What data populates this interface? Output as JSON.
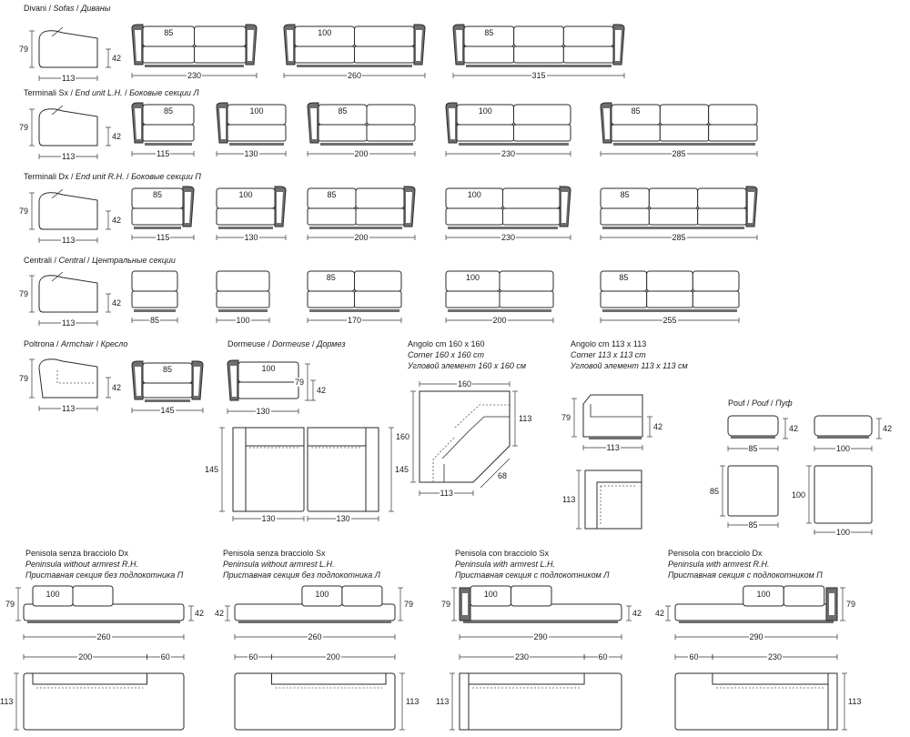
{
  "headings": [
    {
      "it": "Divani",
      "en": "Sofas",
      "ru": "Диваны"
    },
    {
      "it": "Terminali Sx",
      "en": "End unit L.H.",
      "ru": "Боковые секции Л"
    },
    {
      "it": "Terminali Dx",
      "en": "End unit R.H.",
      "ru": "Боковые секции П"
    },
    {
      "it": "Centrali",
      "en": "Central",
      "ru": "Центральные секции"
    },
    {
      "it": "Poltrona",
      "en": "Armchair",
      "ru": "Кресло"
    },
    {
      "it": "Dormeuse",
      "en": "Dormeuse",
      "ru": "Дормез"
    }
  ],
  "corner_blocks": [
    {
      "l1": "Angolo cm 160 x 160",
      "l2": "Corner 160 x 160 cm",
      "l3": "Угловой элемент 160 x 160 см"
    },
    {
      "l1": "Angolo cm 113 x 113",
      "l2": "Corner 113 x 113 cm",
      "l3": "Угловой элемент 113 x 113 см"
    }
  ],
  "pouf_heading": {
    "it": "Pouf",
    "en": "Pouf",
    "ru": "Пуф"
  },
  "peninsula_blocks": [
    {
      "l1": "Penisola senza bracciolo Dx",
      "l2": "Peninsula without armrest R.H.",
      "l3": "Приставная секция без подлокотника П"
    },
    {
      "l1": "Penisola senza bracciolo Sx",
      "l2": "Peninsula without armrest L.H.",
      "l3": "Приставная секция без подлокотника Л"
    },
    {
      "l1": "Penisola con bracciolo Sx",
      "l2": "Peninsula with armrest L.H.",
      "l3": "Приставная секция с подлокотником Л"
    },
    {
      "l1": "Penisola con bracciolo Dx",
      "l2": "Peninsula with armrest R.H.",
      "l3": "Приставная секция с подлокотником П"
    }
  ],
  "rows": [
    {
      "id": "sofas",
      "profile": {
        "height": "79",
        "seat": "42",
        "depth": "113"
      },
      "units": [
        {
          "width": "230",
          "seat": "85",
          "cushions": 2,
          "left_arm": true,
          "right_arm": true
        },
        {
          "width": "260",
          "seat": "100",
          "cushions": 2,
          "left_arm": true,
          "right_arm": true
        },
        {
          "width": "315",
          "seat": "85",
          "cushions": 3,
          "left_arm": true,
          "right_arm": true
        }
      ]
    },
    {
      "id": "end-lh",
      "profile": {
        "height": "79",
        "seat": "42",
        "depth": "113"
      },
      "units": [
        {
          "width": "115",
          "seat": "85",
          "cushions": 1,
          "left_arm": true,
          "right_arm": false
        },
        {
          "width": "130",
          "seat": "100",
          "cushions": 1,
          "left_arm": true,
          "right_arm": false
        },
        {
          "width": "200",
          "seat": "85",
          "cushions": 2,
          "left_arm": true,
          "right_arm": false
        },
        {
          "width": "230",
          "seat": "100",
          "cushions": 2,
          "left_arm": true,
          "right_arm": false
        },
        {
          "width": "285",
          "seat": "85",
          "cushions": 3,
          "left_arm": true,
          "right_arm": false
        }
      ]
    },
    {
      "id": "end-rh",
      "profile": {
        "height": "79",
        "seat": "42",
        "depth": "113"
      },
      "units": [
        {
          "width": "115",
          "seat": "85",
          "cushions": 1,
          "left_arm": false,
          "right_arm": true
        },
        {
          "width": "130",
          "seat": "100",
          "cushions": 1,
          "left_arm": false,
          "right_arm": true
        },
        {
          "width": "200",
          "seat": "85",
          "cushions": 2,
          "left_arm": false,
          "right_arm": true
        },
        {
          "width": "230",
          "seat": "100",
          "cushions": 2,
          "left_arm": false,
          "right_arm": true
        },
        {
          "width": "285",
          "seat": "85",
          "cushions": 3,
          "left_arm": false,
          "right_arm": true
        }
      ]
    },
    {
      "id": "central",
      "profile": {
        "height": "79",
        "seat": "42",
        "depth": "113"
      },
      "units": [
        {
          "width": "85",
          "seat": "",
          "cushions": 1,
          "left_arm": false,
          "right_arm": false
        },
        {
          "width": "100",
          "seat": "",
          "cushions": 1,
          "left_arm": false,
          "right_arm": false
        },
        {
          "width": "170",
          "seat": "85",
          "cushions": 2,
          "left_arm": false,
          "right_arm": false
        },
        {
          "width": "200",
          "seat": "100",
          "cushions": 2,
          "left_arm": false,
          "right_arm": false
        },
        {
          "width": "255",
          "seat": "85",
          "cushions": 3,
          "left_arm": false,
          "right_arm": false
        }
      ]
    }
  ],
  "armchair": {
    "height": "79",
    "seat": "42",
    "depth": "113",
    "width": "145",
    "seat_width": "85"
  },
  "dormeuse": {
    "seat_width": "100",
    "width": "130",
    "height": "79",
    "seat": "42",
    "plan_length": "145",
    "plan_width": "130"
  },
  "corner_160": {
    "w": "160",
    "h": "160",
    "side": "113",
    "diag": "68",
    "bottom": "113"
  },
  "corner_113": {
    "height": "79",
    "seat": "42",
    "depth": "113",
    "plan": "113"
  },
  "pouf": [
    {
      "height": "42",
      "width": "85",
      "depth": "85"
    },
    {
      "height": "42",
      "width": "100",
      "depth": "100"
    }
  ],
  "peninsulas": [
    {
      "height": "79",
      "seat": "42",
      "seat_width": "100",
      "width": "260",
      "plan_a": "200",
      "plan_b": "60",
      "plan_depth": "113"
    },
    {
      "height": "79",
      "seat": "42",
      "seat_width": "100",
      "width": "260",
      "plan_a": "60",
      "plan_b": "200",
      "plan_depth": "113"
    },
    {
      "height": "79",
      "seat": "42",
      "seat_width": "100",
      "width": "290",
      "plan_a": "230",
      "plan_b": "60",
      "plan_depth": "113"
    },
    {
      "height": "79",
      "seat": "42",
      "seat_width": "100",
      "width": "290",
      "plan_a": "60",
      "plan_b": "230",
      "plan_depth": "113"
    }
  ]
}
